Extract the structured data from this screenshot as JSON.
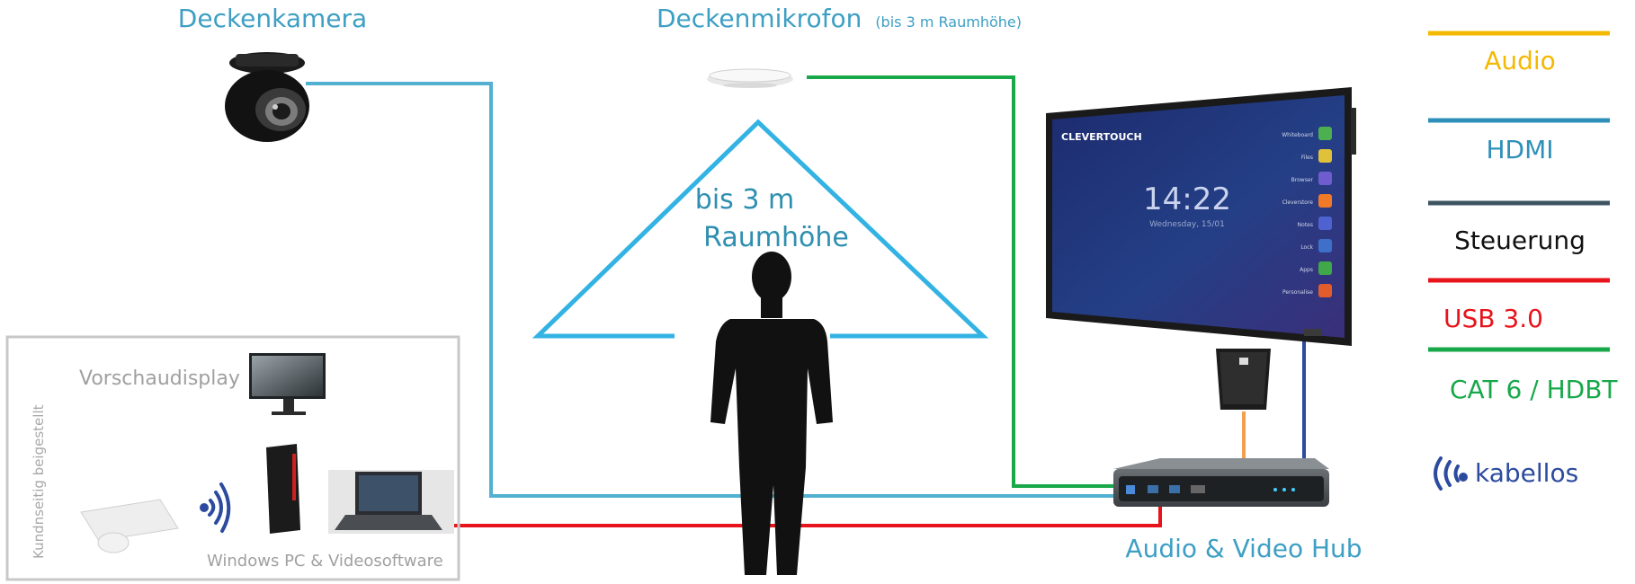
{
  "labels": {
    "camera": "Deckenkamera",
    "microphone": "Deckenmikrofon",
    "microphone_note": "(bis 3 m Raumhöhe)",
    "range_line1": "bis 3 m",
    "range_line2": "Raumhöhe",
    "hub": "Audio & Video Hub",
    "preview_display": "Vorschaudisplay",
    "pc_software": "Windows PC & Videosoftware",
    "customer_provided": "Kundnseitig beigestellt"
  },
  "display": {
    "brand": "CLEVERTOUCH",
    "time": "14:22",
    "date": "Wednesday, 15/01",
    "menu": [
      "Whiteboard",
      "Files",
      "Browser",
      "Cleverstore",
      "Notes",
      "Lock",
      "Apps",
      "Personalise"
    ]
  },
  "legend": {
    "items": [
      {
        "label": "Audio",
        "color": "#f5b800"
      },
      {
        "label": "HDMI",
        "color": "#2e90b8"
      },
      {
        "label": "Steuerung",
        "color": "#3d5560"
      },
      {
        "label": "USB 3.0",
        "color": "#e8141b"
      },
      {
        "label": "CAT 6 / HDBT",
        "color": "#18a84a"
      }
    ],
    "wireless": {
      "label": "kabellos",
      "color": "#2d4b9e"
    }
  },
  "colors": {
    "label_teal": "#3d9fc4",
    "range_triangle": "#33b3e3",
    "hdmi": "#52b0d0",
    "cat6": "#18a84a",
    "usb": "#e8141b",
    "audio_cable": "#f0a050",
    "control_cable": "#2d4b9e"
  }
}
